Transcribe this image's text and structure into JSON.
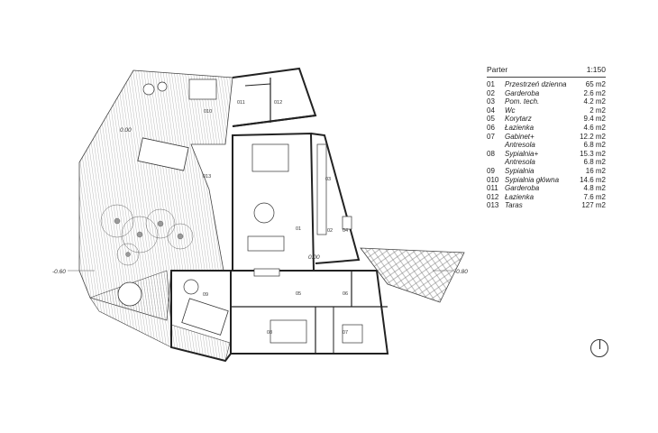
{
  "legend": {
    "title": "Parter",
    "scale": "1:150",
    "rooms": [
      {
        "num": "01",
        "name": "Przestrzeń dzienna",
        "area": "65 m2"
      },
      {
        "num": "02",
        "name": "Garderoba",
        "area": "2.6 m2"
      },
      {
        "num": "03",
        "name": "Pom. tech.",
        "area": "4.2 m2"
      },
      {
        "num": "04",
        "name": "Wc",
        "area": "2 m2"
      },
      {
        "num": "05",
        "name": "Korytarz",
        "area": "9.4 m2"
      },
      {
        "num": "06",
        "name": "Łazienka",
        "area": "4.6 m2"
      },
      {
        "num": "07",
        "name": "Gabinet+",
        "area": "12.2 m2"
      },
      {
        "num": "",
        "name": "Antresola",
        "area": "6.8 m2"
      },
      {
        "num": "08",
        "name": "Sypialnia+",
        "area": "15.3 m2"
      },
      {
        "num": "",
        "name": "Antresola",
        "area": "6.8 m2"
      },
      {
        "num": "09",
        "name": "Sypialnia",
        "area": "16 m2"
      },
      {
        "num": "010",
        "name": "Sypialnia główna",
        "area": "14.6 m2"
      },
      {
        "num": "011",
        "name": "Garderoba",
        "area": "4.8 m2"
      },
      {
        "num": "012",
        "name": "Łazienka",
        "area": "7.6 m2"
      },
      {
        "num": "013",
        "name": "Taras",
        "area": "127 m2"
      }
    ]
  },
  "plan_labels": {
    "r01": "01",
    "r02": "02",
    "r03": "03",
    "r04": "04",
    "r05": "05",
    "r06": "06",
    "r07": "07",
    "r08": "08",
    "r09": "09",
    "r010": "010",
    "r011": "011",
    "r012": "012",
    "r013": "013",
    "lvl_terrace": "0.00",
    "lvl_entry": "0.00",
    "lvl_left": "-0.60",
    "lvl_right": "-0.80"
  },
  "colors": {
    "wall": "#222222",
    "hatch": "#9a9a9a",
    "line": "#555555"
  },
  "icons": {
    "north": "north-arrow-icon",
    "tree": "tree-icon"
  }
}
